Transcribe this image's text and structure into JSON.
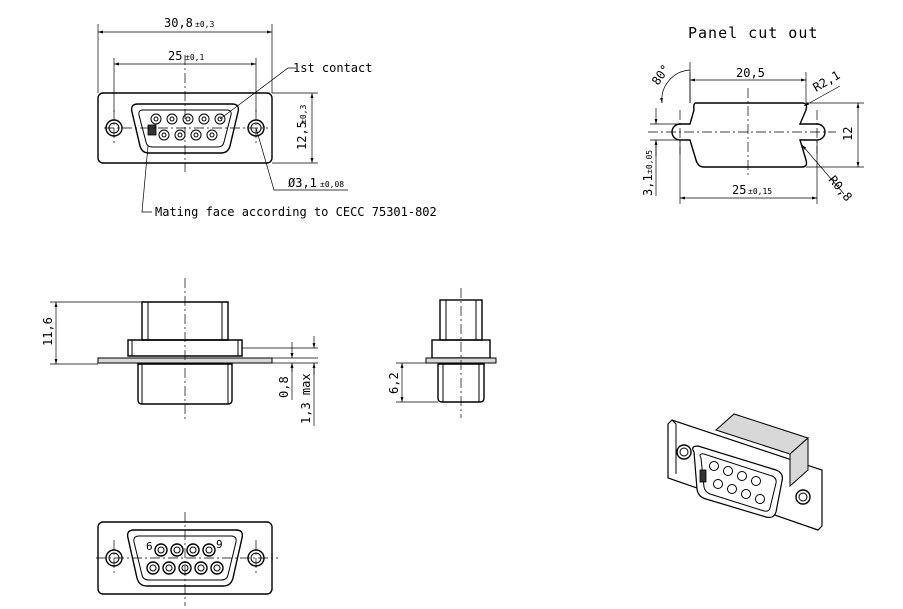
{
  "front_view": {
    "overall_width": "30,8",
    "overall_width_tol": "±0,3",
    "hole_spacing": "25",
    "hole_spacing_tol": "±0,1",
    "height": "12,5",
    "height_tol": "±0,3",
    "hole_diameter": "Ø3,1",
    "hole_diameter_tol": "±0,08",
    "first_contact_label": "1st contact",
    "mating_face_label": "Mating face according to CECC 75301-802"
  },
  "panel_cutout": {
    "title": "Panel cut out",
    "angle": "80°",
    "top_width": "20,5",
    "radius_top": "R2,1",
    "radius_bottom": "R0,8",
    "height": "12",
    "hole_spacing": "25",
    "hole_spacing_tol": "±0,15",
    "hole_diameter": "3,1",
    "hole_diameter_tol": "±0,05"
  },
  "side_view": {
    "overall_height": "11,6",
    "flange_thickness": "0,8",
    "max_offset": "1,3 max"
  },
  "end_view": {
    "height": "6,2"
  },
  "rear_view": {
    "pin_label_6": "6",
    "pin_label_9": "9"
  }
}
